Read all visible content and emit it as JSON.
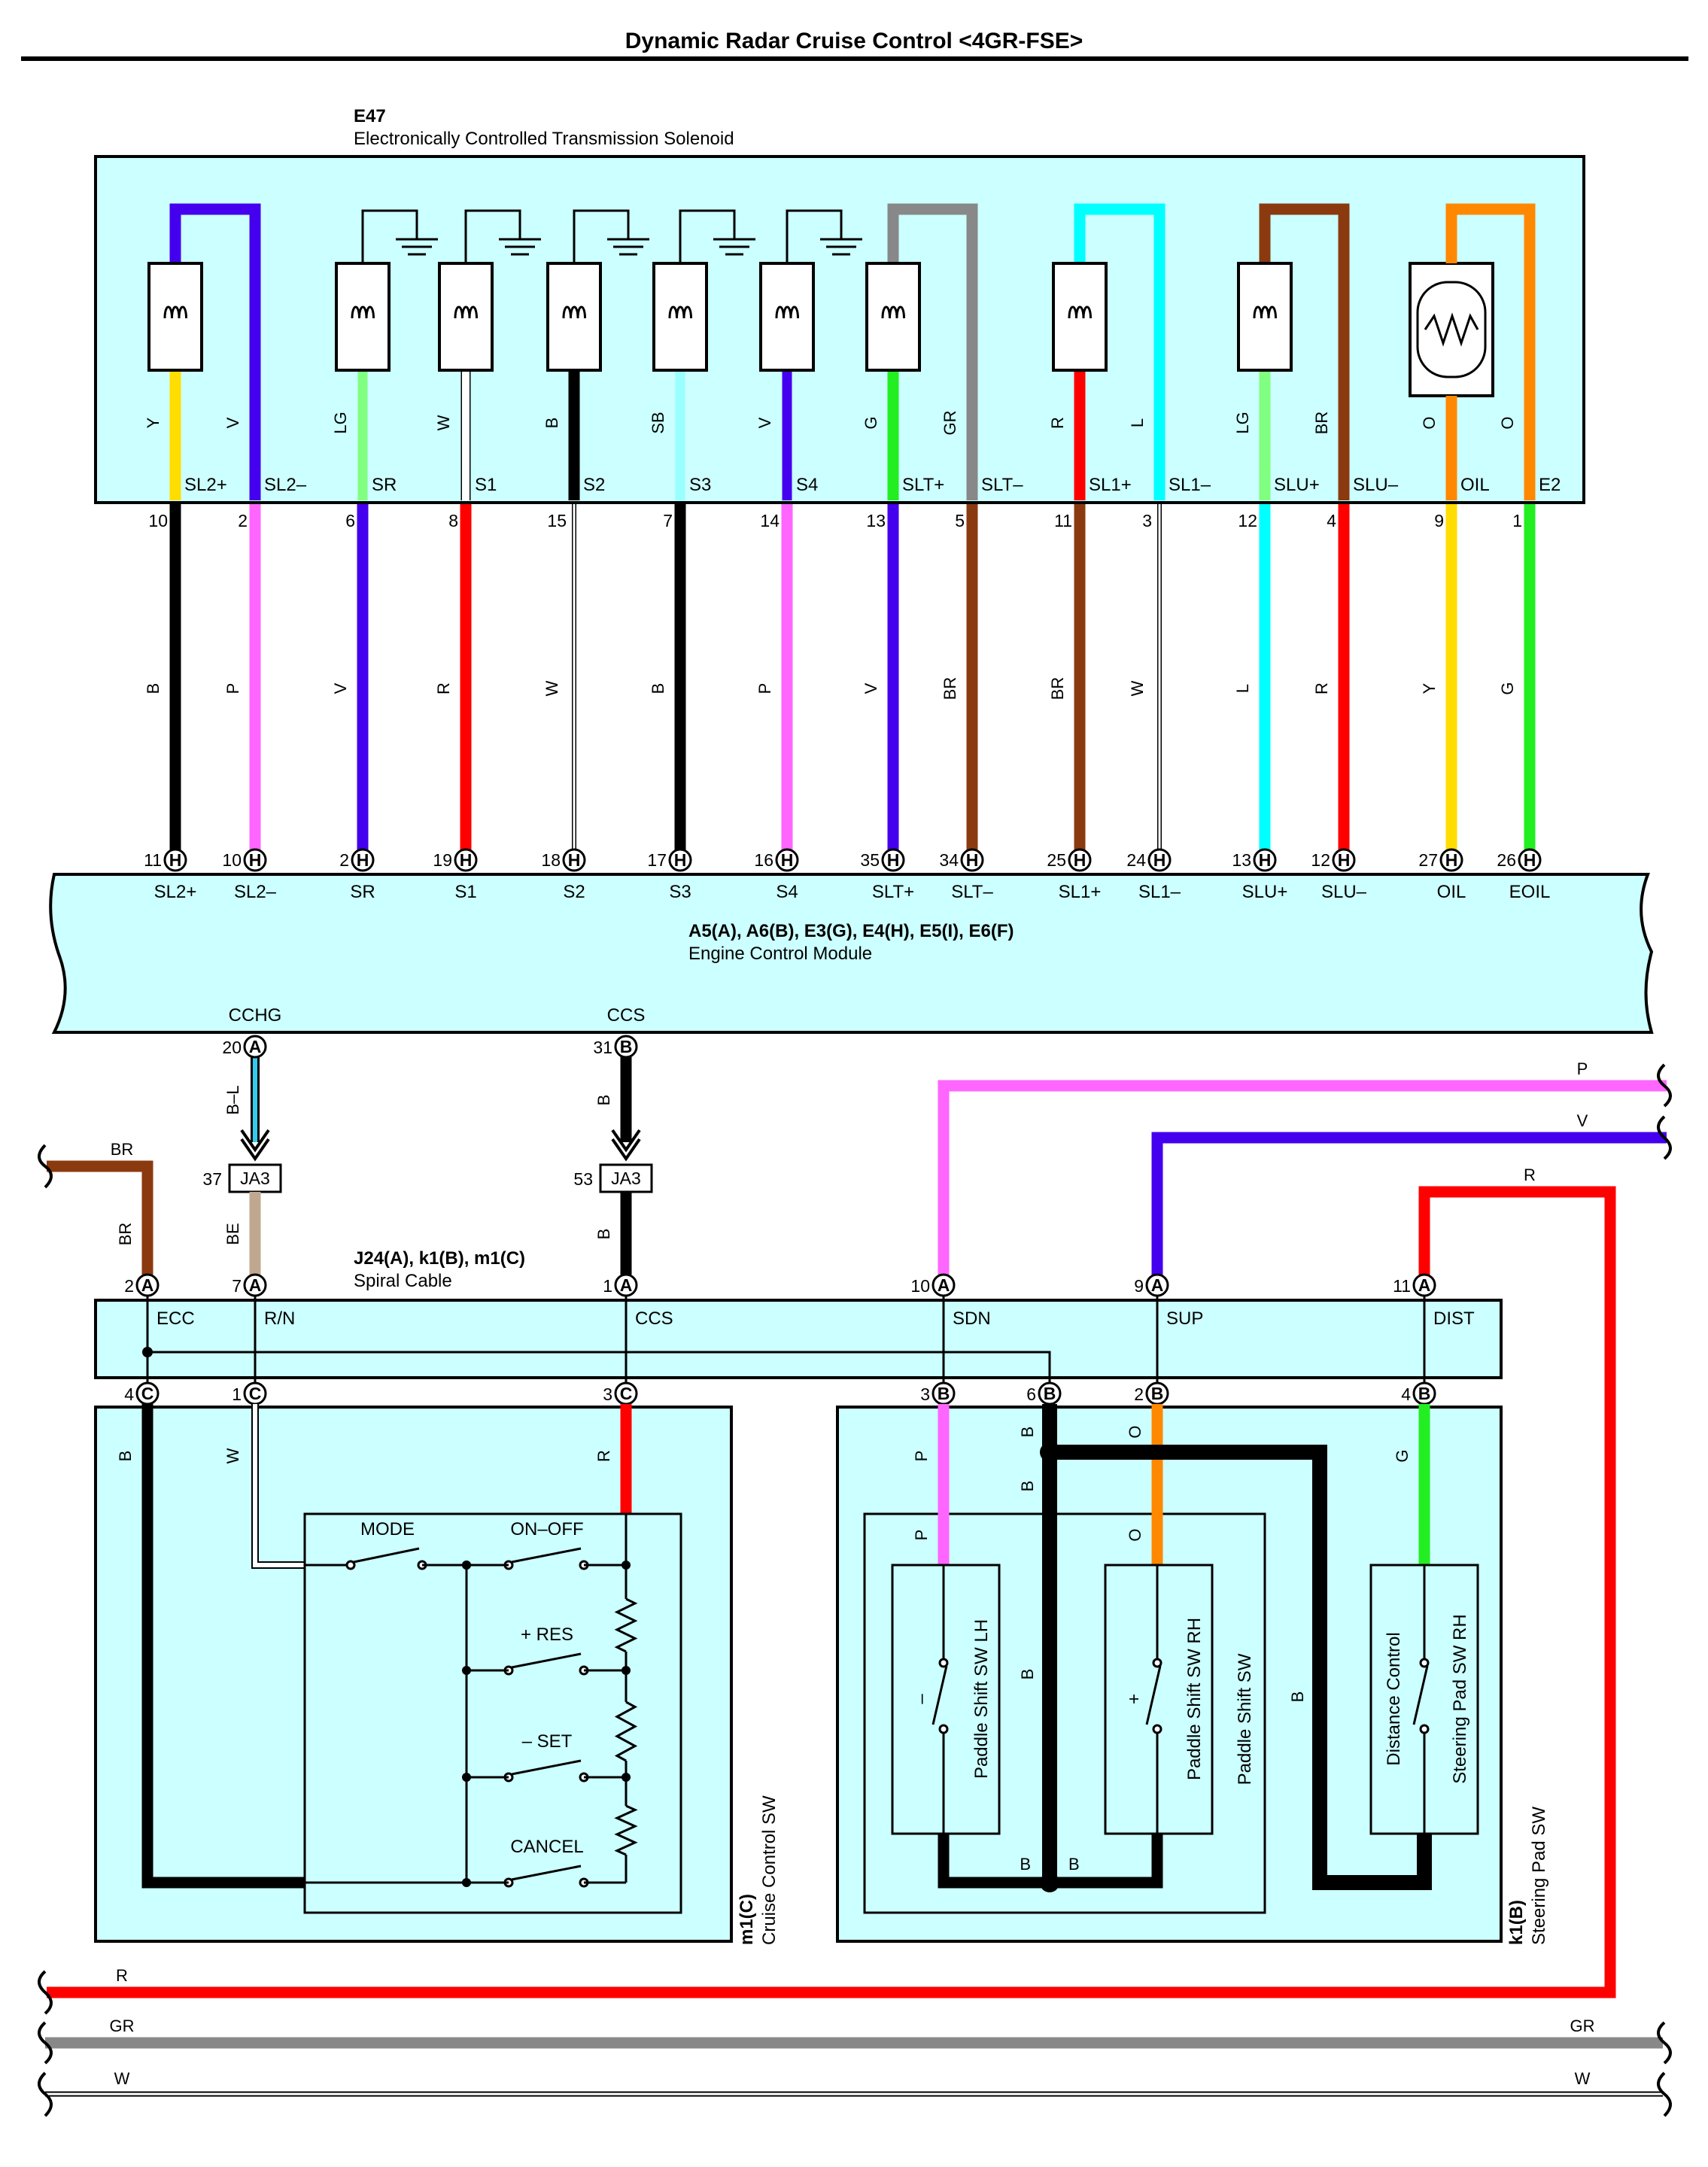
{
  "title": "Dynamic Radar Cruise Control <4GR-FSE>",
  "components": {
    "solenoid": {
      "id": "E47",
      "name": "Electronically Controlled Transmission Solenoid"
    },
    "ecm": {
      "id": "A5(A), A6(B), E3(G), E4(H), E5(I), E6(F)",
      "name": "Engine Control Module"
    },
    "spiral": {
      "id": "J24(A), k1(B), m1(C)",
      "name": "Spiral Cable"
    },
    "cruise_sw": {
      "id": "m1(C)",
      "name": "Cruise Control SW"
    },
    "steering_pad": {
      "id": "k1(B)",
      "name": "Steering Pad SW"
    },
    "paddle_group": "Paddle Shift SW",
    "paddle_lh": "Paddle Shift SW LH",
    "paddle_rh": "Paddle Shift SW RH",
    "steering_pad_rh": "Steering Pad SW RH",
    "distance_control": "Distance Control",
    "junction": "JA3"
  },
  "solenoid_channels": [
    {
      "top": "Y",
      "term": "SL2+",
      "pin": "10",
      "color": "B",
      "ecm_pin": "11",
      "ecm_term": "SL2+"
    },
    {
      "top": "V",
      "term": "SL2–",
      "pin": "2",
      "color": "P",
      "ecm_pin": "10",
      "ecm_term": "SL2–"
    },
    {
      "top": "LG",
      "term": "SR",
      "pin": "6",
      "color": "V",
      "ecm_pin": "2",
      "ecm_term": "SR"
    },
    {
      "top": "W",
      "term": "S1",
      "pin": "8",
      "color": "R",
      "ecm_pin": "19",
      "ecm_term": "S1"
    },
    {
      "top": "B",
      "term": "S2",
      "pin": "15",
      "color": "W",
      "ecm_pin": "18",
      "ecm_term": "S2"
    },
    {
      "top": "SB",
      "term": "S3",
      "pin": "7",
      "color": "B",
      "ecm_pin": "17",
      "ecm_term": "S3"
    },
    {
      "top": "V",
      "term": "S4",
      "pin": "14",
      "color": "P",
      "ecm_pin": "16",
      "ecm_term": "S4"
    },
    {
      "top": "G",
      "term": "SLT+",
      "pin": "13",
      "color": "V",
      "ecm_pin": "35",
      "ecm_term": "SLT+"
    },
    {
      "top": "GR",
      "term": "SLT–",
      "pin": "5",
      "color": "BR",
      "ecm_pin": "34",
      "ecm_term": "SLT–"
    },
    {
      "top": "R",
      "term": "SL1+",
      "pin": "11",
      "color": "BR",
      "ecm_pin": "25",
      "ecm_term": "SL1+"
    },
    {
      "top": "L",
      "term": "SL1–",
      "pin": "3",
      "color": "W",
      "ecm_pin": "24",
      "ecm_term": "SL1–"
    },
    {
      "top": "LG",
      "term": "SLU+",
      "pin": "12",
      "color": "L",
      "ecm_pin": "13",
      "ecm_term": "SLU+"
    },
    {
      "top": "BR",
      "term": "SLU–",
      "pin": "4",
      "color": "R",
      "ecm_pin": "12",
      "ecm_term": "SLU–"
    },
    {
      "top": "O",
      "term": "OIL",
      "pin": "9",
      "color": "Y",
      "ecm_pin": "27",
      "ecm_term": "OIL"
    },
    {
      "top": "O",
      "term": "E2",
      "pin": "1",
      "color": "G",
      "ecm_pin": "26",
      "ecm_term": "EOIL"
    }
  ],
  "connector_letters": {
    "H": "H",
    "A": "A",
    "B": "B",
    "C": "C"
  },
  "ecm_lower": [
    {
      "term": "CCHG",
      "pin": "20",
      "conn": "A",
      "color": "B–L",
      "ja_pin": "37",
      "below_color": "BE"
    },
    {
      "term": "CCS",
      "pin": "31",
      "conn": "B",
      "color": "B",
      "ja_pin": "53",
      "below_color": "B"
    }
  ],
  "spiral_top": [
    {
      "pin": "2",
      "conn": "A",
      "term": "ECC",
      "color": "BR"
    },
    {
      "pin": "7",
      "conn": "A",
      "term": "R/N",
      "color": "BE"
    },
    {
      "pin": "1",
      "conn": "A",
      "term": "CCS",
      "color": "B"
    },
    {
      "pin": "10",
      "conn": "A",
      "term": "SDN",
      "color": "P"
    },
    {
      "pin": "9",
      "conn": "A",
      "term": "SUP",
      "color": "V"
    },
    {
      "pin": "11",
      "conn": "A",
      "term": "DIST",
      "color": "R"
    }
  ],
  "spiral_bottom": [
    {
      "pin": "4",
      "conn": "C",
      "color": "B"
    },
    {
      "pin": "1",
      "conn": "C",
      "color": "W"
    },
    {
      "pin": "3",
      "conn": "C",
      "color": "R"
    },
    {
      "pin": "3",
      "conn": "B",
      "color": "P"
    },
    {
      "pin": "6",
      "conn": "B",
      "color": "B"
    },
    {
      "pin": "2",
      "conn": "B",
      "color": "O"
    },
    {
      "pin": "4",
      "conn": "B",
      "color": "G"
    }
  ],
  "cruise_switches": [
    "MODE",
    "ON–OFF",
    "+ RES",
    "– SET",
    "CANCEL"
  ],
  "paddle_signs": {
    "minus": "–",
    "plus": "+"
  },
  "wire_labels": {
    "B": "B",
    "P": "P",
    "O": "O",
    "G": "G",
    "BR": "BR"
  },
  "right_wires": [
    "P",
    "V",
    "R"
  ],
  "bus_wires": [
    {
      "name": "R",
      "right": ""
    },
    {
      "name": "GR",
      "right": "GR"
    },
    {
      "name": "W",
      "right": "W"
    }
  ],
  "colors": {
    "B": "#000000",
    "V": "#4400ee",
    "Y": "#ffdd00",
    "LG": "#80ff80",
    "W": "#ffffff",
    "SB": "#99ffff",
    "G": "#22ee22",
    "GR": "#888888",
    "R": "#ff0000",
    "L": "#00ffff",
    "BR": "#8b3a10",
    "O": "#ff8800",
    "P": "#ff66ff",
    "BE": "#c0a890",
    "BL": "#33ccee",
    "panel": "#ccffff"
  }
}
